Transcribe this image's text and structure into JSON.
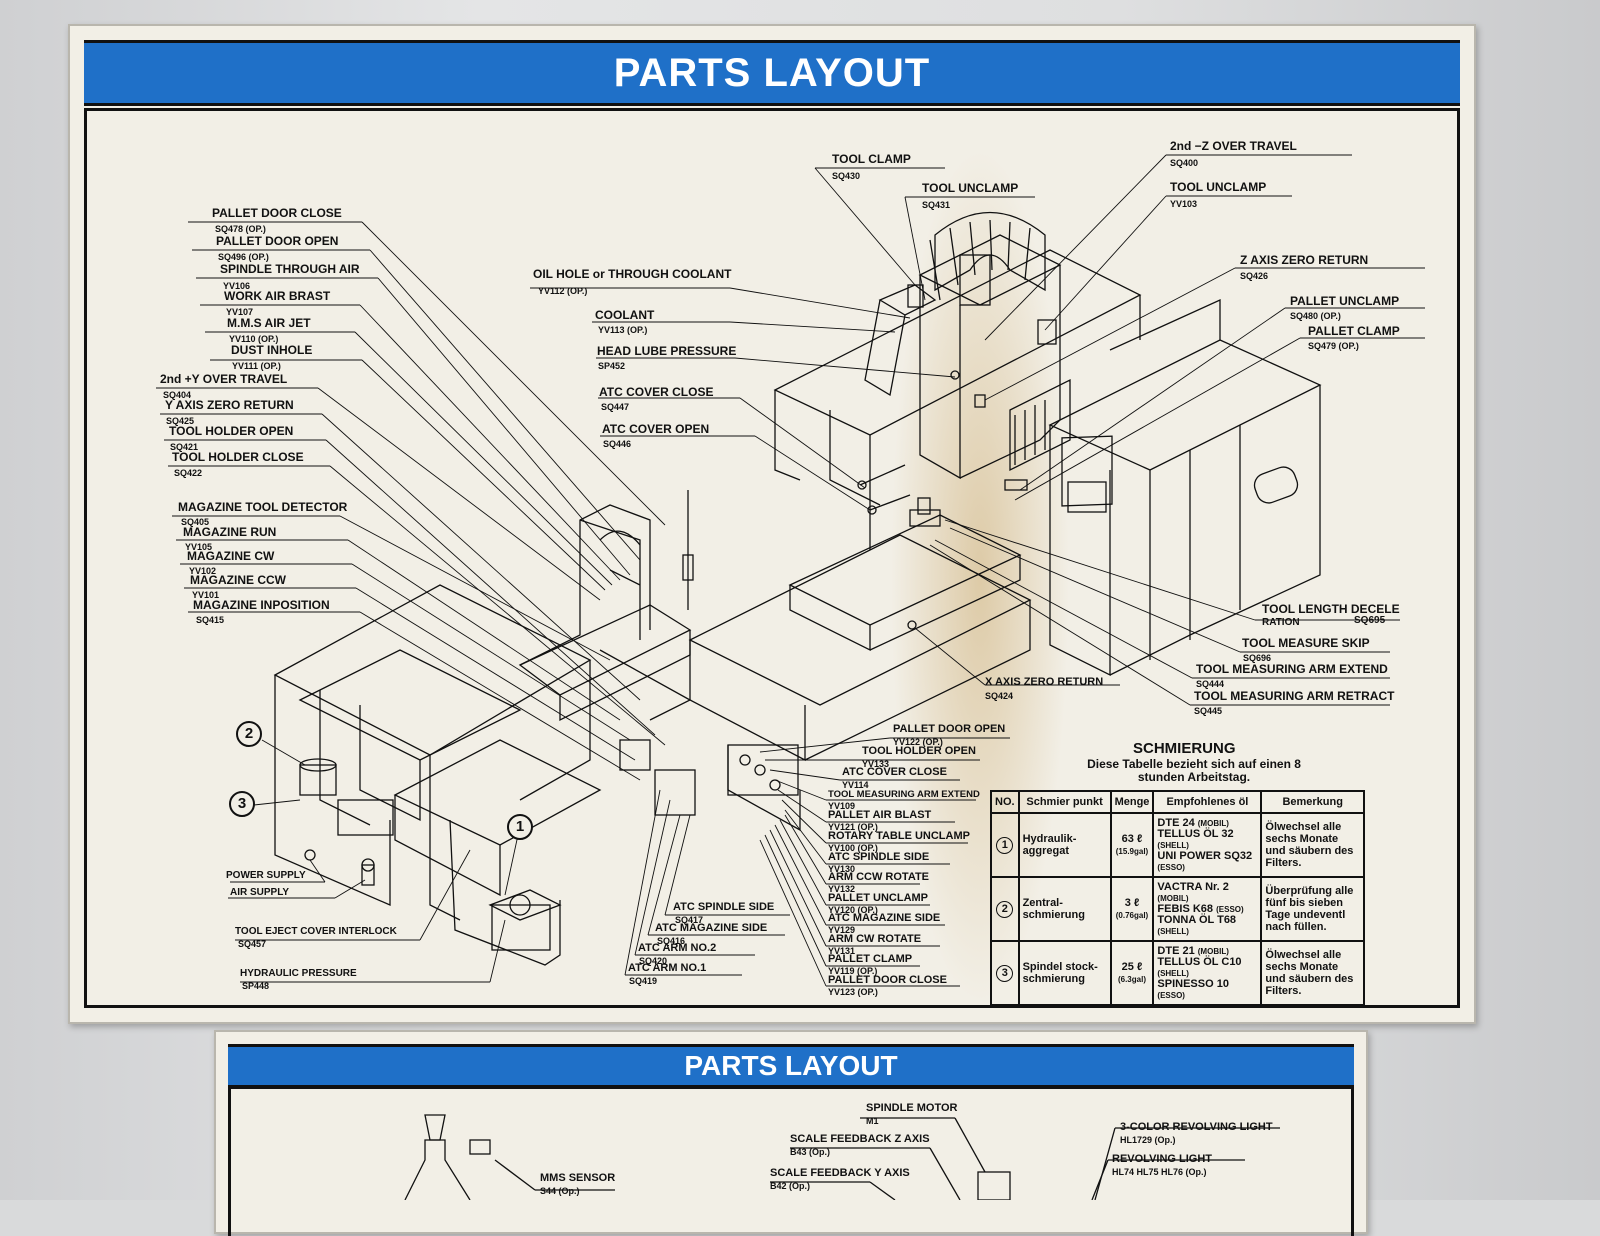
{
  "top_panel": {
    "title": "PARTS LAYOUT",
    "labels": [
      {
        "id": "pallet-door-close-l",
        "text": "PALLET DOOR CLOSE",
        "code": "SQ478 (OP.)"
      },
      {
        "id": "pallet-door-open-l",
        "text": "PALLET DOOR OPEN",
        "code": "SQ496 (OP.)"
      },
      {
        "id": "spindle-through-air",
        "text": "SPINDLE THROUGH AIR",
        "code": "YV106"
      },
      {
        "id": "work-air-brast",
        "text": "WORK AIR BRAST",
        "code": "YV107"
      },
      {
        "id": "mms-air-jet",
        "text": "M.M.S AIR JET",
        "code": "YV110 (OP.)"
      },
      {
        "id": "dust-inhole",
        "text": "DUST INHOLE",
        "code": "YV111 (OP.)"
      },
      {
        "id": "second-y-over-travel",
        "text": "2nd +Y OVER TRAVEL",
        "code": "SQ404"
      },
      {
        "id": "y-axis-zero-return",
        "text": "Y AXIS ZERO RETURN",
        "code": "SQ425"
      },
      {
        "id": "tool-holder-open",
        "text": "TOOL HOLDER OPEN",
        "code": "SQ421"
      },
      {
        "id": "tool-holder-close",
        "text": "TOOL HOLDER CLOSE",
        "code": "SQ422"
      },
      {
        "id": "magazine-tool-detector",
        "text": "MAGAZINE TOOL DETECTOR",
        "code": "SQ405"
      },
      {
        "id": "magazine-run",
        "text": "MAGAZINE RUN",
        "code": "YV105"
      },
      {
        "id": "magazine-cw",
        "text": "MAGAZINE CW",
        "code": "YV102"
      },
      {
        "id": "magazine-ccw",
        "text": "MAGAZINE CCW",
        "code": "YV101"
      },
      {
        "id": "magazine-inposition",
        "text": "MAGAZINE INPOSITION",
        "code": "SQ415"
      },
      {
        "id": "power-supply",
        "text": "POWER SUPPLY",
        "code": ""
      },
      {
        "id": "air-supply",
        "text": "AIR SUPPLY",
        "code": ""
      },
      {
        "id": "tool-eject-cover-interlock",
        "text": "TOOL EJECT COVER INTERLOCK",
        "code": "SQ457"
      },
      {
        "id": "hydraulic-pressure",
        "text": "HYDRAULIC PRESSURE",
        "code": "SP448"
      },
      {
        "id": "tool-clamp",
        "text": "TOOL CLAMP",
        "code": "SQ430"
      },
      {
        "id": "tool-unclamp-sq",
        "text": "TOOL UNCLAMP",
        "code": "SQ431"
      },
      {
        "id": "oil-hole",
        "text": "OIL HOLE or THROUGH COOLANT",
        "code": "YV112 (OP.)"
      },
      {
        "id": "coolant",
        "text": "COOLANT",
        "code": "YV113 (OP.)"
      },
      {
        "id": "head-lube-pressure",
        "text": "HEAD LUBE PRESSURE",
        "code": "SP452"
      },
      {
        "id": "atc-cover-close-m",
        "text": "ATC COVER CLOSE",
        "code": "SQ447"
      },
      {
        "id": "atc-cover-open",
        "text": "ATC COVER OPEN",
        "code": "SQ446"
      },
      {
        "id": "second-z-over-travel",
        "text": "2nd −Z OVER TRAVEL",
        "code": "SQ400"
      },
      {
        "id": "tool-unclamp-yv",
        "text": "TOOL UNCLAMP",
        "code": "YV103"
      },
      {
        "id": "z-axis-zero-return",
        "text": "Z AXIS ZERO RETURN",
        "code": "SQ426"
      },
      {
        "id": "pallet-unclamp-r",
        "text": "PALLET UNCLAMP",
        "code": "SQ480 (OP.)"
      },
      {
        "id": "pallet-clamp-r",
        "text": "PALLET CLAMP",
        "code": "SQ479 (OP.)"
      },
      {
        "id": "tool-length-decele",
        "text": "TOOL LENGTH DECELE",
        "code": "RATION"
      },
      {
        "id": "tool-measure-skip",
        "text": "TOOL MEASURE SKIP",
        "code": "SQ696"
      },
      {
        "id": "tool-measuring-arm-extend-r",
        "text": "TOOL MEASURING ARM EXTEND",
        "code": "SQ444"
      },
      {
        "id": "tool-measuring-arm-retract",
        "text": "TOOL MEASURING ARM RETRACT",
        "code": "SQ445"
      },
      {
        "id": "x-axis-zero-return",
        "text": "X AXIS ZERO RETURN",
        "code": "SQ424"
      },
      {
        "id": "pallet-door-open-b",
        "text": "PALLET DOOR OPEN",
        "code": "YV122 (OP.)"
      },
      {
        "id": "tool-holder-open-b",
        "text": "TOOL HOLDER OPEN",
        "code": "YV133"
      },
      {
        "id": "atc-cover-close-b",
        "text": "ATC COVER CLOSE",
        "code": "YV114"
      },
      {
        "id": "tool-measuring-arm-extend-b",
        "text": "TOOL MEASURING ARM EXTEND",
        "code": "YV109"
      },
      {
        "id": "pallet-air-blast",
        "text": "PALLET AIR BLAST",
        "code": "YV121 (OP.)"
      },
      {
        "id": "rotary-table-unclamp",
        "text": "ROTARY TABLE UNCLAMP",
        "code": "YV100 (OP.)"
      },
      {
        "id": "atc-spindle-side-b",
        "text": "ATC SPINDLE SIDE",
        "code": "YV130"
      },
      {
        "id": "arm-ccw-rotate",
        "text": "ARM CCW ROTATE",
        "code": "YV132"
      },
      {
        "id": "pallet-unclamp-b",
        "text": "PALLET UNCLAMP",
        "code": "YV120 (OP.)"
      },
      {
        "id": "atc-magazine-side-b",
        "text": "ATC MAGAZINE SIDE",
        "code": "YV129"
      },
      {
        "id": "arm-cw-rotate",
        "text": "ARM CW ROTATE",
        "code": "YV131"
      },
      {
        "id": "pallet-clamp-b",
        "text": "PALLET CLAMP",
        "code": "YV119 (OP.)"
      },
      {
        "id": "pallet-door-close-b",
        "text": "PALLET DOOR CLOSE",
        "code": "YV123 (OP.)"
      },
      {
        "id": "atc-spindle-side-c",
        "text": "ATC SPINDLE SIDE",
        "code": "SQ417"
      },
      {
        "id": "atc-magazine-side-c",
        "text": "ATC MAGAZINE SIDE",
        "code": "SQ416"
      },
      {
        "id": "atc-arm-no2",
        "text": "ATC ARM NO.2",
        "code": "SQ420"
      },
      {
        "id": "atc-arm-no1",
        "text": "ATC ARM NO.1",
        "code": "SQ419"
      }
    ],
    "extra_code_sq695": "SQ695",
    "callouts": [
      "1",
      "2",
      "3"
    ],
    "schmierung": {
      "title": "SCHMIERUNG",
      "note": "Diese Tabelle bezieht sich auf einen 8 stunden Arbeitstag.",
      "headers": [
        "NO.",
        "Schmier punkt",
        "Menge",
        "Empfohlenes öl",
        "Bemerkung"
      ],
      "rows": [
        {
          "no": "1",
          "punkt": "Hydraulik-aggregat",
          "menge": "63 ℓ",
          "menge_sub": "(15.9gal)",
          "oil": [
            "DTE 24",
            "(MOBIL)",
            "TELLUS ÖL 32",
            "(SHELL)",
            "UNI POWER SQ32",
            "(ESSO)"
          ],
          "bemerkung": "Ölwechsel alle sechs Monate und säubern des Filters."
        },
        {
          "no": "2",
          "punkt": "Zentral-schmierung",
          "menge": "3 ℓ",
          "menge_sub": "(0.76gal)",
          "oil": [
            "VACTRA Nr. 2",
            "(MOBIL)",
            "FEBIS K68",
            "(ESSO)",
            "TONNA ÖL T68",
            "(SHELL)"
          ],
          "bemerkung": "Überprüfung alle fünf bis sieben Tage undeventl nach füllen."
        },
        {
          "no": "3",
          "punkt": "Spindel stock-schmierung",
          "menge": "25 ℓ",
          "menge_sub": "(6.3gal)",
          "oil": [
            "DTE 21",
            "(MOBIL)",
            "TELLUS ÖL C10",
            "(SHELL)",
            "SPINESSO 10",
            "(ESSO)"
          ],
          "bemerkung": "Ölwechsel alle sechs Monate und säubern des Filters."
        }
      ]
    }
  },
  "bottom_panel": {
    "title": "PARTS LAYOUT",
    "labels": [
      {
        "id": "spindle-motor",
        "text": "SPINDLE MOTOR",
        "code": "M1"
      },
      {
        "id": "scale-feedback-z",
        "text": "SCALE FEEDBACK Z AXIS",
        "code": "B43 (Op.)"
      },
      {
        "id": "scale-feedback-y",
        "text": "SCALE FEEDBACK Y AXIS",
        "code": "B42 (Op.)"
      },
      {
        "id": "three-color-light",
        "text": "3-COLOR REVOLVING LIGHT",
        "code": "HL1729 (Op.)"
      },
      {
        "id": "revolving-light",
        "text": "REVOLVING LIGHT",
        "code": "HL74 HL75 HL76 (Op.)"
      },
      {
        "id": "mms-sensor",
        "text": "MMS SENSOR",
        "code": "S44 (Op.)"
      }
    ]
  }
}
